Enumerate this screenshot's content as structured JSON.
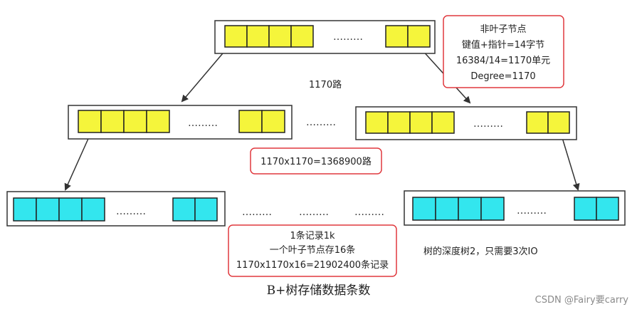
{
  "colors": {
    "internal_cell": "#f5f53b",
    "leaf_cell": "#33e6ee",
    "node_frame": "#333333",
    "note_border": "#e0393e",
    "arrow": "#333333",
    "background": "#ffffff"
  },
  "ellipsis": "………",
  "labels": {
    "fanout": "1170路",
    "level2_total": "1170x1170=1368900路",
    "tree_depth": "树的深度树2，只需要3次IO"
  },
  "notes": {
    "non_leaf": [
      "非叶子节点",
      "键值+指针=14字节",
      "16384/14=1170单元",
      "Degree=1170"
    ],
    "leaf": [
      "1条记录1k",
      "一个叶子节点存16条",
      "1170x1170x16=21902400条记录"
    ]
  },
  "caption": "B+树存储数据条数",
  "watermark": "CSDN @Fairy要carry"
}
